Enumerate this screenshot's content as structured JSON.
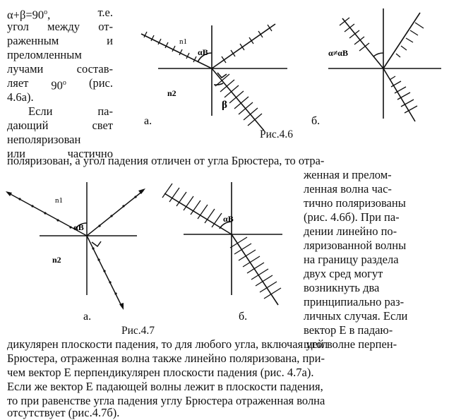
{
  "col1": [
    {
      "parts": [
        "α+β=90",
        "о",
        ",",
        "т.е."
      ]
    },
    {
      "words": [
        "угол",
        "между",
        "от-"
      ]
    },
    {
      "words": [
        "раженным",
        "и"
      ]
    },
    {
      "words": [
        "преломленным"
      ]
    },
    {
      "words": [
        "лучами",
        "состав-"
      ]
    },
    {
      "parts": [
        "ляет",
        "90",
        "о",
        "(рис."
      ]
    },
    {
      "words": [
        "4.6а)."
      ]
    },
    {
      "words": [
        "Если",
        "па-"
      ]
    },
    {
      "words": [
        "дающий",
        "свет"
      ]
    },
    {
      "words": [
        "неполяризован"
      ]
    },
    {
      "words": [
        "или",
        "частично"
      ]
    }
  ],
  "fig46": {
    "n1": "n1",
    "n2": "n2",
    "alpha_b": "αB",
    "beta": "β",
    "alpha_neq": "α≠αB",
    "label_a": "а.",
    "label_b": "б.",
    "caption": "Рис.4.6"
  },
  "full1": "поляризован, а угол падения отличен от угла Брюстера, то отра-",
  "col2": [
    "женная и прелом-",
    "ленная волна час-",
    "тично поляризованы",
    "(рис. 4.6б). При па-",
    "дении линейно по-",
    "ляризованной волны",
    "на границу раздела",
    "двух сред могут",
    "возникнуть два",
    "принципиально раз-",
    "личных случая. Если",
    "вектор E в падаю-",
    "щей волне перпен-"
  ],
  "fig47": {
    "n1": "n1",
    "n2": "n2",
    "alpha_b": "αB",
    "alpha_b2": "αB",
    "label_a": "а.",
    "label_b": "б.",
    "caption": "Рис.4.7"
  },
  "bottom": [
    "дикулярен плоскости падения, то для любого угла, включая угол",
    "Брюстера, отраженная волна также линейно поляризована, при-",
    "чем вектор E перпендикулярен плоскости падения (рис. 4.7а).",
    "Если же вектор E падающей волны лежит в плоскости падения,",
    "то при равенстве угла падения углу Брюстера отраженная волна",
    "отсутствует (рис.4.7б)."
  ]
}
